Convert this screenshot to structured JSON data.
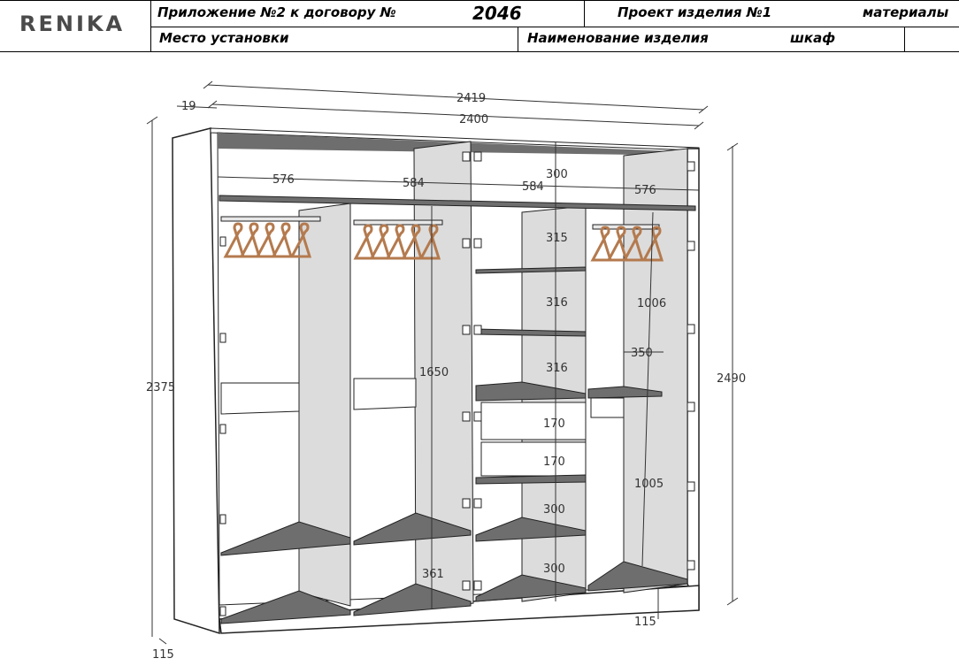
{
  "header": {
    "logo": "RENIKA",
    "appendix_label": "Приложение №2 к договору №",
    "contract_number": "2046",
    "project_label": "Проект изделия №1",
    "materials_label": "материалы",
    "location_label": "Место установки",
    "product_name_label": "Наименование изделия",
    "product_name_value": "шкаф"
  },
  "dimensions": {
    "total_width_outer": "2419",
    "total_width_inner": "2400",
    "side_thickness": "19",
    "section_1": "576",
    "section_2": "584",
    "section_3": "584",
    "section_4": "576",
    "top_shelf": "300",
    "shelf_1": "315",
    "shelf_2": "316",
    "shelf_3": "316",
    "drawer_1": "170",
    "drawer_2": "170",
    "lower_shelf_1": "300",
    "lower_shelf_2": "300",
    "hanging_height": "1650",
    "bottom_compartment": "361",
    "right_upper": "1006",
    "right_shelf_depth": "350",
    "right_lower": "1005",
    "total_height_left": "2375",
    "total_height_right": "2490",
    "plinth_left": "115",
    "plinth_right": "115"
  },
  "colors": {
    "carcass": "#ffffff",
    "interior_shade": "#dcdcdc",
    "shelf_top": "#6e6e6e",
    "hanger": "#b47a4e",
    "outline": "#222222"
  }
}
